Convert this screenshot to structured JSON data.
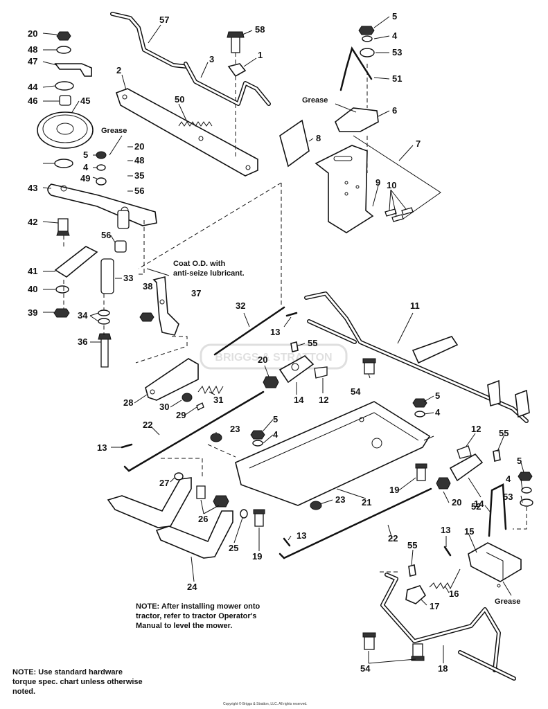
{
  "callouts": [
    "57",
    "58",
    "1",
    "3",
    "2",
    "50",
    "20",
    "48",
    "47",
    "44",
    "46",
    "45",
    "5",
    "4",
    "49",
    "43",
    "42",
    "35",
    "56",
    "41",
    "40",
    "39",
    "33",
    "34",
    "36",
    "38",
    "37",
    "53",
    "51",
    "6",
    "8",
    "7",
    "9",
    "10",
    "11",
    "32",
    "13",
    "55",
    "54",
    "28",
    "30",
    "29",
    "31",
    "14",
    "12",
    "22",
    "27",
    "23",
    "26",
    "25",
    "24",
    "19",
    "21",
    "52",
    "15",
    "16",
    "17",
    "18"
  ],
  "labels": {
    "grease_top": "Grease",
    "grease_left": "Grease",
    "grease_bottom": "Grease",
    "coat_line1": "Coat O.D. with",
    "coat_line2": "anti-seize lubricant."
  },
  "notes": {
    "installing": "NOTE: After installing mower onto tractor, refer to tractor Operator's Manual to level the mower.",
    "hardware": "NOTE: Use standard hardware torque spec. chart unless otherwise noted."
  },
  "copyright": "Copyright © Briggs & Stratton, LLC. All rights reserved.",
  "watermark": "BRIGGS & STRATTON"
}
